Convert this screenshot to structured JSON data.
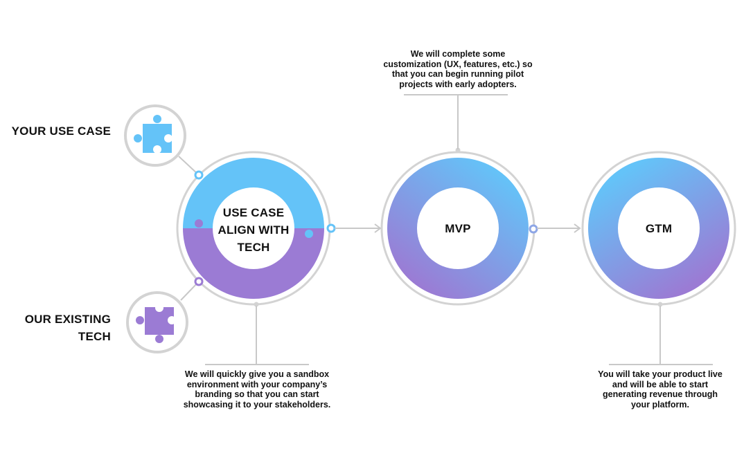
{
  "colors": {
    "blue": "#64C3F8",
    "purple": "#9B7BD4",
    "grey_ring": "#D3D3D3",
    "connector": "#C8C8C8",
    "text": "#111111"
  },
  "inputs": [
    {
      "id": "use-case",
      "label_lines": [
        "YOUR USE CASE"
      ],
      "icon": "puzzle-piece-icon",
      "color": "#64C3F8"
    },
    {
      "id": "existing-tech",
      "label_lines": [
        "OUR EXISTING",
        "TECH"
      ],
      "icon": "puzzle-piece-icon",
      "color": "#9B7BD4"
    }
  ],
  "stages": [
    {
      "id": "align",
      "label_lines": [
        "USE CASE",
        "ALIGN WITH",
        "TECH"
      ],
      "description_lines": [
        "We will quickly give you a sandbox",
        "environment with your company’s",
        "branding so that you can start",
        "showcasing it to your stakeholders."
      ],
      "description_position": "below"
    },
    {
      "id": "mvp",
      "label_lines": [
        "MVP"
      ],
      "description_lines": [
        "We will complete some",
        "customization (UX, features, etc.) so",
        "that you can begin running pilot",
        "projects with early adopters."
      ],
      "description_position": "above"
    },
    {
      "id": "gtm",
      "label_lines": [
        "GTM"
      ],
      "description_lines": [
        "You will take your product live",
        "and will be able to start",
        "generating revenue through",
        "your platform."
      ],
      "description_position": "below"
    }
  ]
}
